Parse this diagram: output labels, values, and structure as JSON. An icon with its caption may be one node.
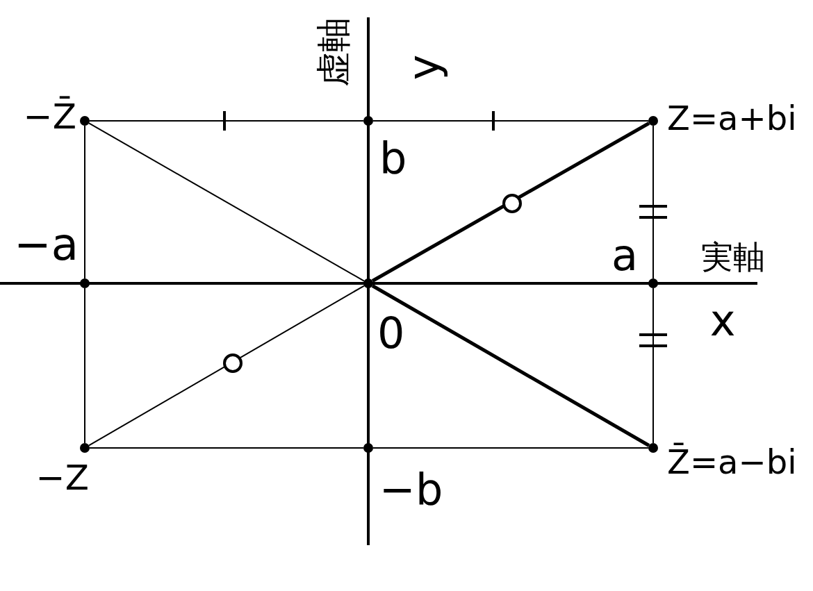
{
  "diagram": {
    "nodes": [
      {
        "text": [],
        "shape": "circle",
        "beside": [
          "−Z̄"
        ]
      },
      {
        "text": [],
        "shape": "circle",
        "beside": [
          "b"
        ]
      },
      {
        "text": [],
        "shape": "circle",
        "beside": [
          "Z=a+bi"
        ]
      },
      {
        "text": [],
        "shape": "circle",
        "beside": [
          "−a"
        ]
      },
      {
        "text": [],
        "shape": "circle",
        "beside": [
          "0"
        ]
      },
      {
        "text": [],
        "shape": "circle",
        "beside": [
          "a"
        ]
      },
      {
        "text": [],
        "shape": "circle",
        "beside": [
          "−Z"
        ]
      },
      {
        "text": [],
        "shape": "circle",
        "beside": [
          "−b"
        ]
      },
      {
        "text": [],
        "shape": "circle",
        "beside": [
          "Z̄=a−bi"
        ]
      }
    ],
    "edges": [
      {
        "from": 0,
        "to": 1,
        "arrow": "none"
      },
      {
        "from": 1,
        "to": 2,
        "arrow": "none"
      },
      {
        "from": 0,
        "to": 3,
        "arrow": "none"
      },
      {
        "from": 3,
        "to": 6,
        "arrow": "none"
      },
      {
        "from": 2,
        "to": 5,
        "arrow": "none"
      },
      {
        "from": 5,
        "to": 8,
        "arrow": "none"
      },
      {
        "from": 6,
        "to": 7,
        "arrow": "none"
      },
      {
        "from": 7,
        "to": 8,
        "arrow": "none"
      },
      {
        "from": 4,
        "to": 2,
        "arrow": "none",
        "style": "thick"
      },
      {
        "from": 4,
        "to": 8,
        "arrow": "none",
        "style": "thick"
      },
      {
        "from": 4,
        "to": 0,
        "arrow": "none"
      },
      {
        "from": 4,
        "to": 6,
        "arrow": "none"
      }
    ],
    "labels": [
      "虚軸",
      "y",
      "実軸",
      "x"
    ]
  }
}
